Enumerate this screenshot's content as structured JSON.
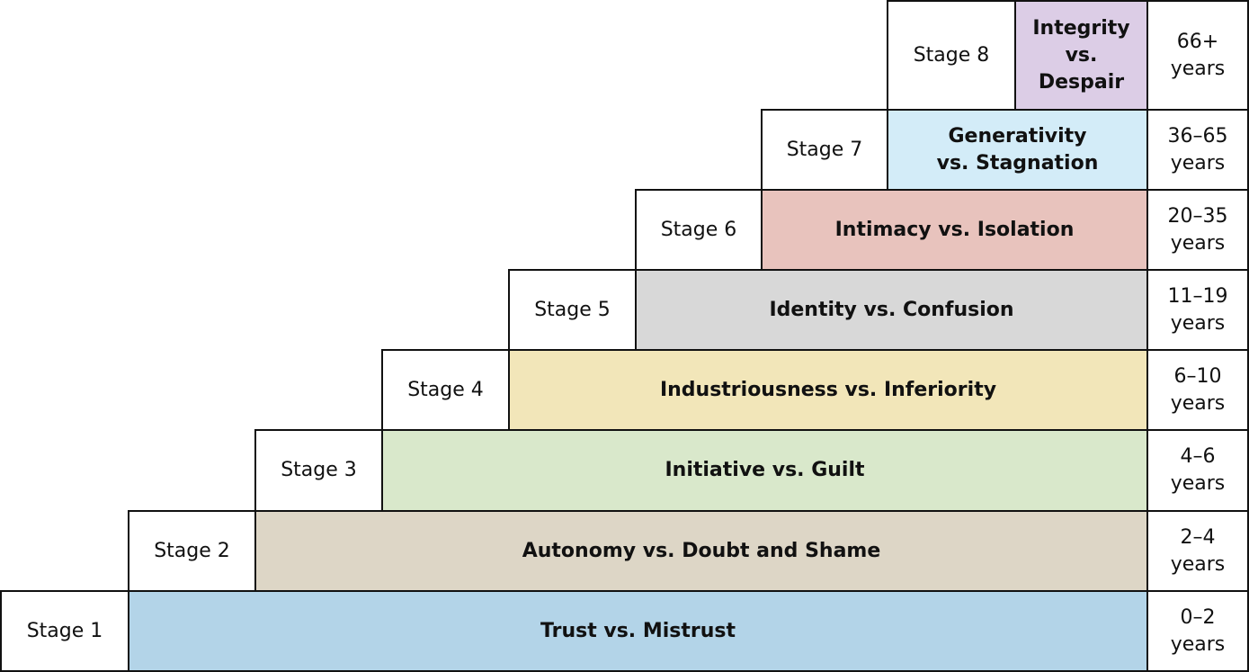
{
  "stages": [
    {
      "label": "Stage 1",
      "crisis": "Trust vs. Mistrust",
      "age": "0–2\nyears",
      "color": "#b3d4e8"
    },
    {
      "label": "Stage 2",
      "crisis": "Autonomy vs. Doubt and Shame",
      "age": "2–4\nyears",
      "color": "#ddd6c6"
    },
    {
      "label": "Stage 3",
      "crisis": "Initiative vs. Guilt",
      "age": "4–6\nyears",
      "color": "#d9e8cb"
    },
    {
      "label": "Stage 4",
      "crisis": "Industriousness vs. Inferiority",
      "age": "6–10\nyears",
      "color": "#f2e6b9"
    },
    {
      "label": "Stage 5",
      "crisis": "Identity vs. Confusion",
      "age": "11–19\nyears",
      "color": "#d8d8d8"
    },
    {
      "label": "Stage 6",
      "crisis": "Intimacy vs. Isolation",
      "age": "20–35\nyears",
      "color": "#e8c3bd"
    },
    {
      "label": "Stage 7",
      "crisis": "Generativity\nvs. Stagnation",
      "age": "36–65\nyears",
      "color": "#d3ecf8"
    },
    {
      "label": "Stage 8",
      "crisis": "Integrity\nvs.\nDespair",
      "age": "66+\nyears",
      "color": "#dccde6"
    }
  ]
}
